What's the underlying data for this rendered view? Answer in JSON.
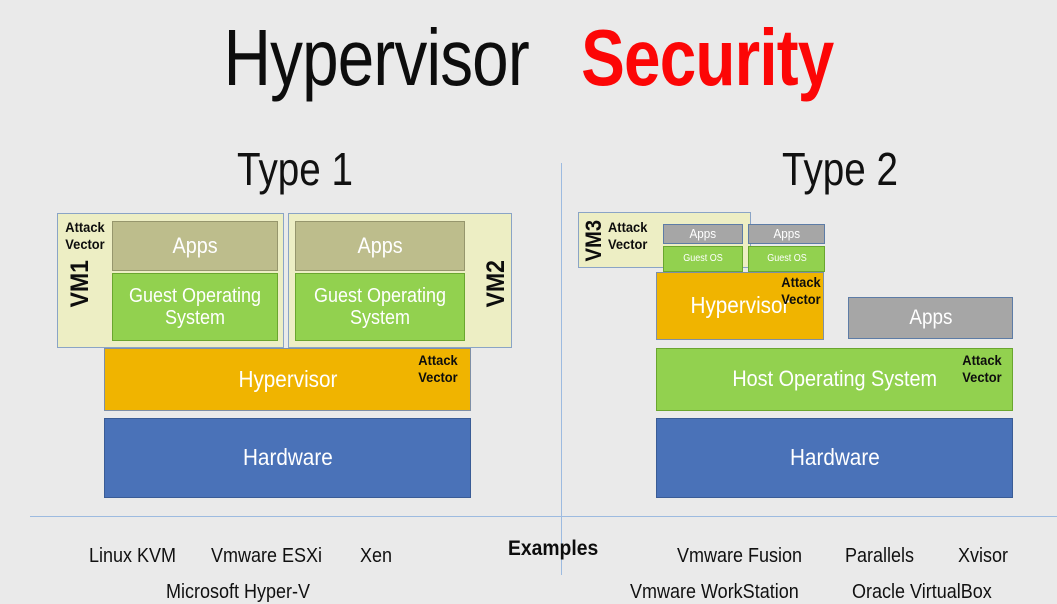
{
  "title": {
    "part1": "Hypervisor",
    "part2": "Security",
    "part2_color": "#fc0606",
    "part1_color": "#0d0d0d"
  },
  "colors": {
    "background": "#eaeaea",
    "vm_shell": "#edeec4",
    "apps_olive": "#bdbd8c",
    "apps_gray": "#a6a6a6",
    "guest_os_green": "#92d14f",
    "hypervisor_gold": "#f0b400",
    "hardware_blue": "#4a72b8",
    "divider": "#9dbbe0"
  },
  "type1": {
    "heading": "Type 1",
    "vm1": {
      "tag": "VM1",
      "attack_vector": "Attack\nVector",
      "apps": "Apps",
      "guest_os": "Guest Operating System"
    },
    "vm2": {
      "tag": "VM2",
      "apps": "Apps",
      "guest_os": "Guest Operating System"
    },
    "hypervisor": {
      "label": "Hypervisor",
      "attack_vector": "Attack\nVector"
    },
    "hardware": {
      "label": "Hardware"
    },
    "examples": {
      "row1": [
        "Linux KVM",
        "Vmware ESXi",
        "Xen"
      ],
      "row2": [
        "Microsoft Hyper-V"
      ]
    }
  },
  "type2": {
    "heading": "Type 2",
    "vm3": {
      "tag": "VM3",
      "attack_vector": "Attack\nVector"
    },
    "guest_stack_left": {
      "apps": "Apps",
      "guest_os": "Guest OS"
    },
    "guest_stack_right": {
      "apps": "Apps",
      "guest_os": "Guest OS"
    },
    "hypervisor": {
      "label": "Hypervisor",
      "attack_vector": "Attack\nVector"
    },
    "host_apps": {
      "label": "Apps"
    },
    "host_os": {
      "label": "Host Operating System",
      "attack_vector": "Attack\nVector"
    },
    "hardware": {
      "label": "Hardware"
    },
    "examples": {
      "row1": [
        "Vmware Fusion",
        "Parallels",
        "Xvisor"
      ],
      "row2": [
        "Vmware WorkStation",
        "Oracle VirtualBox"
      ]
    }
  },
  "examples_label": "Examples"
}
